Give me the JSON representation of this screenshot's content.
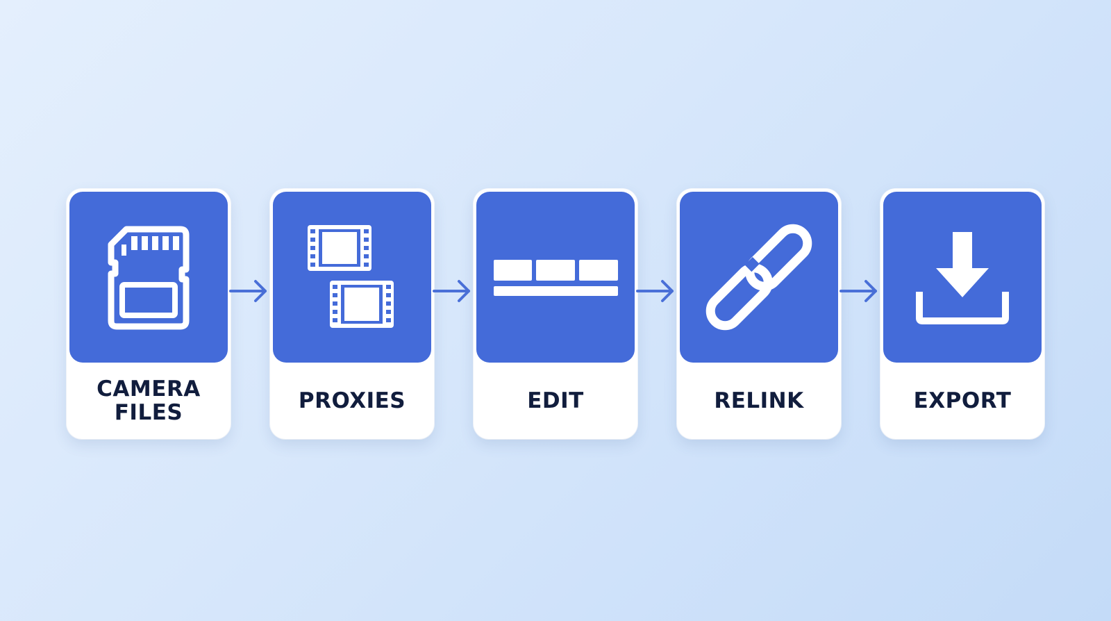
{
  "steps": [
    {
      "label": "CAMERA\nFILES",
      "icon": "sd-card-icon"
    },
    {
      "label": "PROXIES",
      "icon": "film-strips-icon"
    },
    {
      "label": "EDIT",
      "icon": "timeline-icon"
    },
    {
      "label": "RELINK",
      "icon": "link-icon"
    },
    {
      "label": "EXPORT",
      "icon": "download-icon"
    }
  ],
  "colors": {
    "panel": "#446bd9",
    "card": "#ffffff",
    "label_text": "#111d3d",
    "arrow": "#4a70d8",
    "icon": "#ffffff"
  }
}
